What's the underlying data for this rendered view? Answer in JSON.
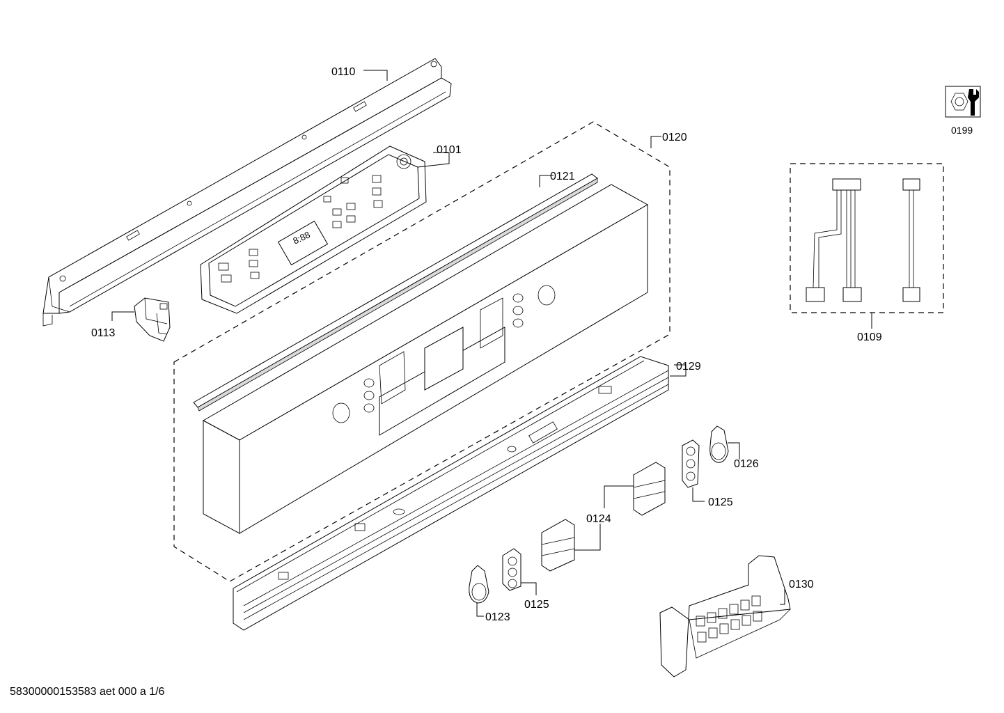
{
  "footer_code": "58300000153583 aet 000 a 1/6",
  "callouts": {
    "c0110": "0110",
    "c0101": "0101",
    "c0120": "0120",
    "c0121": "0121",
    "c0113": "0113",
    "c0129": "0129",
    "c0126": "0126",
    "c0125a": "0125",
    "c0124": "0124",
    "c0125b": "0125",
    "c0123": "0123",
    "c0130": "0130",
    "c0109": "0109",
    "c0199": "0199"
  },
  "display_digits": "8:88"
}
